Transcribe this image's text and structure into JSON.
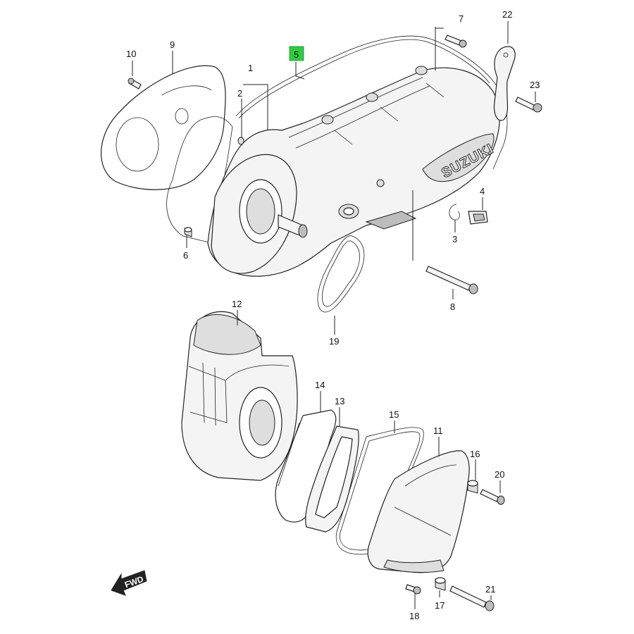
{
  "diagram": {
    "brand_logo": "SUZUKI",
    "direction_marker": "FWD",
    "highlight_color": "#2ecc40",
    "highlighted_part": "5",
    "labels": [
      "1",
      "2",
      "3",
      "4",
      "5",
      "6",
      "7",
      "8",
      "9",
      "10",
      "11",
      "12",
      "13",
      "14",
      "15",
      "16",
      "17",
      "18",
      "19",
      "20",
      "21",
      "22",
      "23"
    ]
  }
}
